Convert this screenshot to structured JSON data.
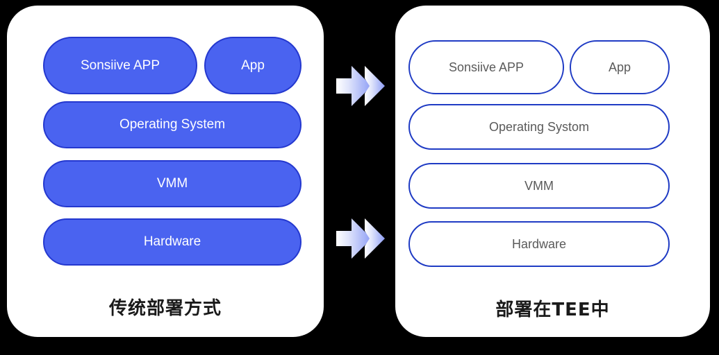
{
  "diagram": {
    "background_color": "#000000",
    "card_color": "#ffffff",
    "accent_fill": "#4a63f0",
    "accent_border": "#2438cf",
    "outline_border": "#1f3bc4",
    "outline_text_color": "#5a5a5a"
  },
  "left_panel": {
    "caption": "传统部署方式",
    "layers": {
      "app_main": "Sonsiive APP",
      "app_side": "App",
      "os": "Operating System",
      "vmm": "VMM",
      "hardware": "Hardware"
    }
  },
  "right_panel": {
    "caption": "部署在TEE中",
    "layers": {
      "app_main": "Sonsiive APP",
      "app_side": "App",
      "os": "Operating Systom",
      "vmm": "VMM",
      "hardware": "Hardware"
    }
  },
  "arrows": [
    {
      "name": "double-chevron-arrow-top",
      "direction": "right"
    },
    {
      "name": "double-chevron-arrow-bottom",
      "direction": "right"
    }
  ]
}
